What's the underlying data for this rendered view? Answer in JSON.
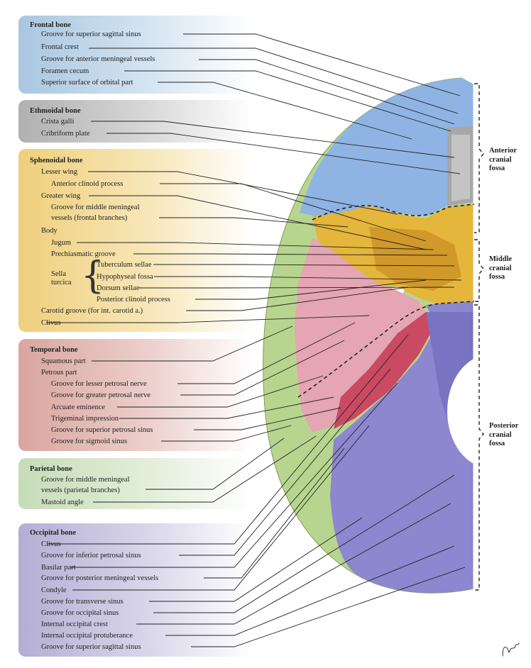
{
  "groups": {
    "frontal": {
      "title": "Frontal bone",
      "items": [
        "Groove for superior sagittal sinus",
        "Frontal crest",
        "Groove for anterior meningeal vessels",
        "Foramen cecum",
        "Superior surface of orbital part"
      ]
    },
    "ethmoidal": {
      "title": "Ethmoidal bone",
      "items": [
        "Crista galli",
        "Cribriform plate"
      ]
    },
    "sphenoidal": {
      "title": "Sphenoidal bone",
      "items": [
        "Lesser wing",
        "Anterior clinoid process",
        "Greater wing",
        "Groove for middle meningeal",
        "vessels (frontal branches)",
        "Body",
        "Jugum",
        "Prechiasmatic groove",
        "Tuberculum sellae",
        "Hypophyseal fossa",
        "Dorsum sellae",
        "Posterior clinoid process",
        "Carotid groove (for int. carotid a.)",
        "Clivus"
      ],
      "sella_label_1": "Sella",
      "sella_label_2": "turcica"
    },
    "temporal": {
      "title": "Temporal bone",
      "items": [
        "Squamous part",
        "Petrous part",
        "Groove for lesser petrosal nerve",
        "Groove for greater petrosal nerve",
        "Arcuate eminence",
        "Trigeminal impression",
        "Groove for superior petrosal sinus",
        "Groove for sigmoid sinus"
      ]
    },
    "parietal": {
      "title": "Parietal bone",
      "items": [
        "Groove for middle meningeal",
        "vessels (parietal branches)",
        "Mastoid angle"
      ]
    },
    "occipital": {
      "title": "Occipital bone",
      "items": [
        "Clivus",
        "Groove for inferior petrosal sinus",
        "Basilar part",
        "Groove for posterior meningeal vessels",
        "Condyle",
        "Groove for transverse sinus",
        "Groove for occipital sinus",
        "Internal occipital crest",
        "Internal occipital protuberance",
        "Groove for superior sagittal sinus"
      ]
    }
  },
  "fossae": {
    "anterior": [
      "Anterior",
      "cranial",
      "fossa"
    ],
    "middle": [
      "Middle",
      "cranial",
      "fossa"
    ],
    "posterior": [
      "Posterior",
      "cranial",
      "fossa"
    ]
  },
  "colors": {
    "frontal": "#8fb4e0",
    "ethmoid": "#9a9a9a",
    "sphenoid": "#e6b93a",
    "temporal": "#d77e8b",
    "parietal": "#b6d48a",
    "occipital": "#8a86c9"
  }
}
